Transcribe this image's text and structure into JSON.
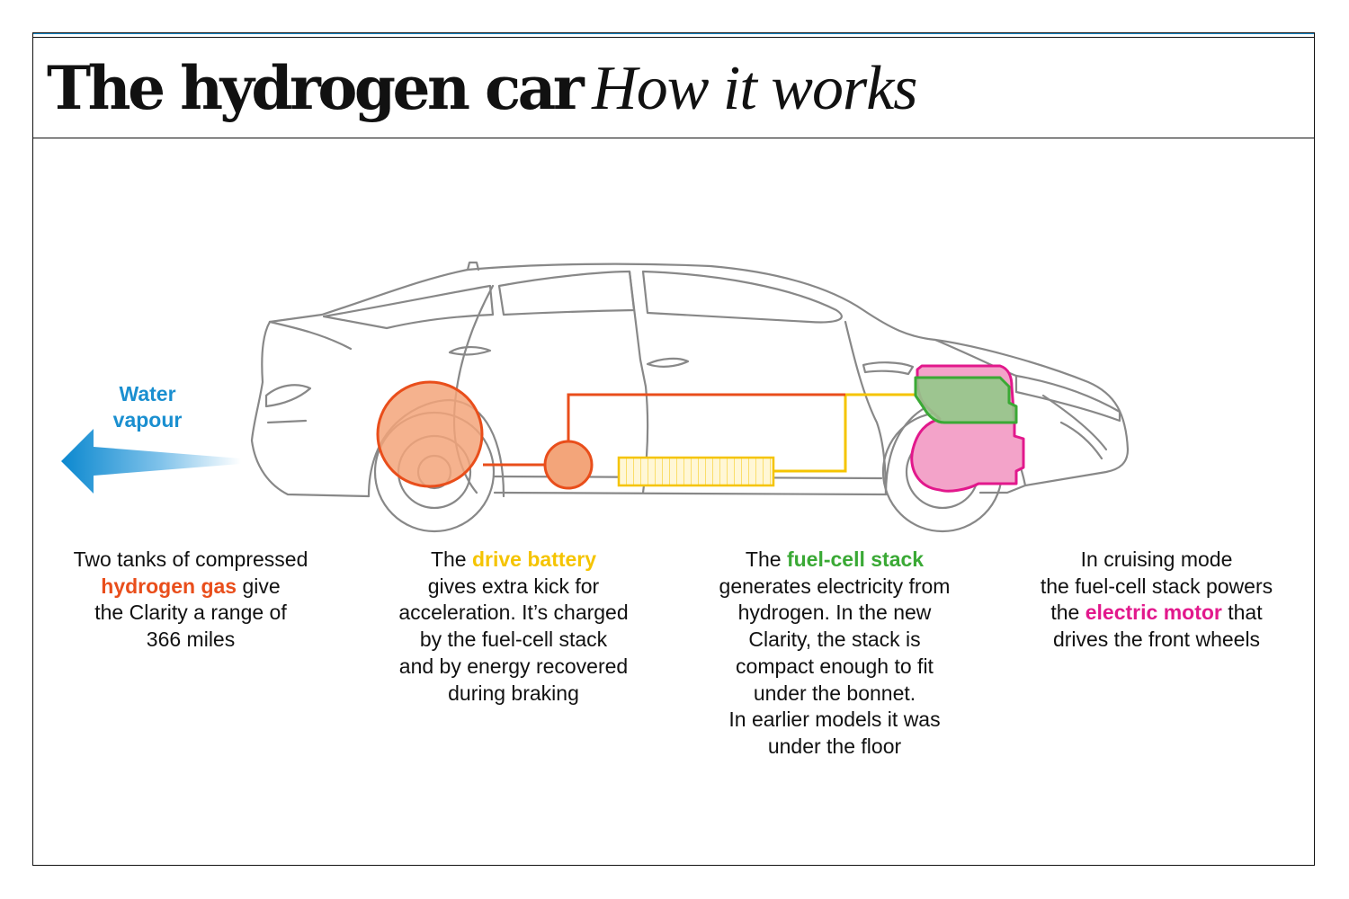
{
  "title": {
    "bold": "The hydrogen car",
    "italic": "How it works"
  },
  "water_label": {
    "line1": "Water",
    "line2": "vapour"
  },
  "captions": {
    "tanks": {
      "l1": "Two tanks of compressed",
      "hl": "hydrogen gas",
      "l2_rest": " give",
      "l3": "the Clarity a range of",
      "l4": "366 miles"
    },
    "battery": {
      "l1_pre": "The ",
      "hl": "drive battery",
      "l2": "gives extra kick for",
      "l3": "acceleration. It’s charged",
      "l4": "by the fuel-cell stack",
      "l5": "and by energy recovered",
      "l6": "during braking"
    },
    "stack": {
      "l1_pre": "The ",
      "hl": "fuel-cell stack",
      "l2": "generates electricity from",
      "l3": "hydrogen. In the new",
      "l4": "Clarity, the stack is",
      "l5": "compact enough to fit",
      "l6": "under the bonnet.",
      "l7": "In earlier models it was",
      "l8": "under the floor"
    },
    "motor": {
      "l1": "In cruising mode",
      "l2": "the fuel-cell stack powers",
      "l3_pre": "the ",
      "hl": "electric motor",
      "l3_rest": " that",
      "l4": "drives the front wheels"
    }
  },
  "colors": {
    "hydrogen": "#e94e1b",
    "battery": "#f5c400",
    "stack": "#3aa935",
    "motor": "#e2188c",
    "water": "#1a8fd0"
  },
  "icons": [
    "car-outline",
    "hydrogen-tank-icon",
    "battery-icon",
    "fuel-cell-stack-icon",
    "electric-motor-icon",
    "water-vapour-arrow-icon"
  ]
}
